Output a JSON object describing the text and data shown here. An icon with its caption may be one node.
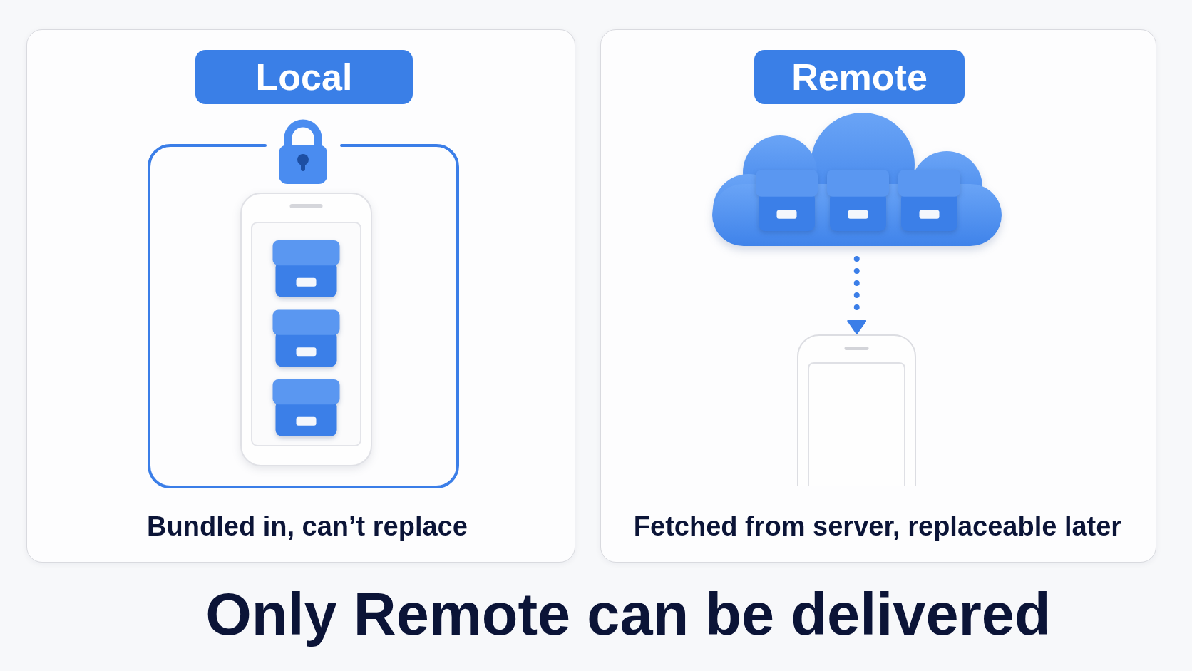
{
  "diagram": {
    "nodes": [
      {
        "text": [
          "Bundled in, can’t replace"
        ]
      },
      {
        "text": [
          "Local"
        ],
        "in": 0
      },
      {
        "text": [],
        "shape": "phone",
        "in": 0
      },
      {
        "text": [
          "Fetched from server, replaceable later"
        ]
      },
      {
        "text": [
          "Remote"
        ],
        "in": 3
      },
      {
        "text": [],
        "shape": "cloud",
        "in": 3
      },
      {
        "text": [],
        "shape": "phone",
        "in": 3
      }
    ],
    "edges": [
      {
        "from": 5,
        "to": 6,
        "arrow": "to",
        "style": "dashed"
      }
    ],
    "caption": "Only Remote can be delivered"
  }
}
